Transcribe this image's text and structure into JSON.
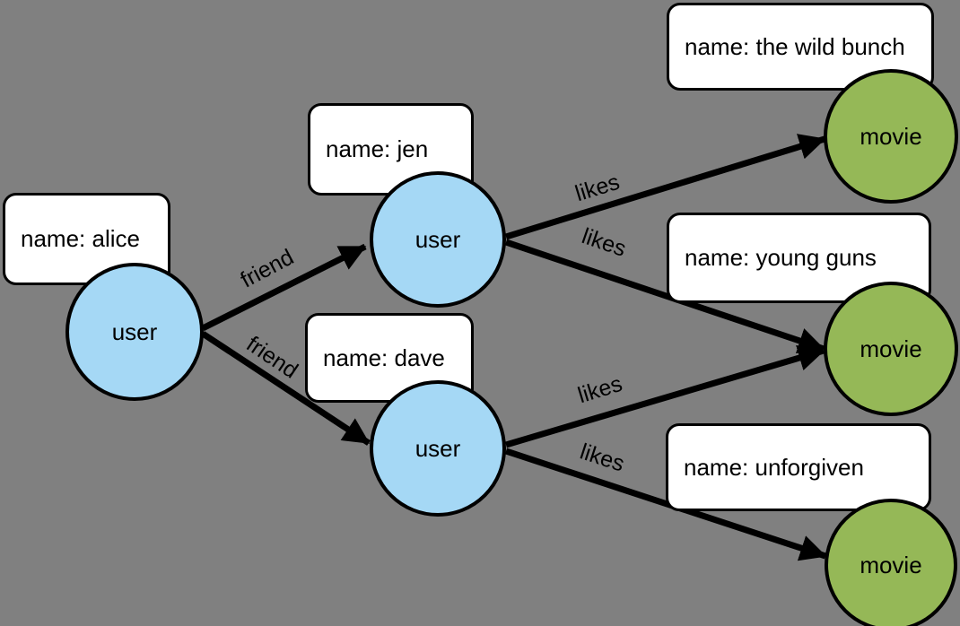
{
  "diagram": {
    "background_color": "#808080",
    "node_types": {
      "user": {
        "fill": "#a5d8f5"
      },
      "movie": {
        "fill": "#95b857"
      }
    },
    "nodes": [
      {
        "id": "alice",
        "label": "user",
        "type": "user",
        "property_box": "name: alice"
      },
      {
        "id": "jen",
        "label": "user",
        "type": "user",
        "property_box": "name: jen"
      },
      {
        "id": "dave",
        "label": "user",
        "type": "user",
        "property_box": "name: dave"
      },
      {
        "id": "wild_bunch",
        "label": "movie",
        "type": "movie",
        "property_box": "name: the wild bunch"
      },
      {
        "id": "young_guns",
        "label": "movie",
        "type": "movie",
        "property_box": "name: young guns"
      },
      {
        "id": "unforgiven",
        "label": "movie",
        "type": "movie",
        "property_box": "name: unforgiven"
      }
    ],
    "edges": [
      {
        "from": "alice",
        "to": "jen",
        "label": "friend"
      },
      {
        "from": "alice",
        "to": "dave",
        "label": "friend"
      },
      {
        "from": "jen",
        "to": "wild_bunch",
        "label": "likes"
      },
      {
        "from": "jen",
        "to": "young_guns",
        "label": "likes"
      },
      {
        "from": "dave",
        "to": "young_guns",
        "label": "likes"
      },
      {
        "from": "dave",
        "to": "unforgiven",
        "label": "likes"
      }
    ]
  }
}
